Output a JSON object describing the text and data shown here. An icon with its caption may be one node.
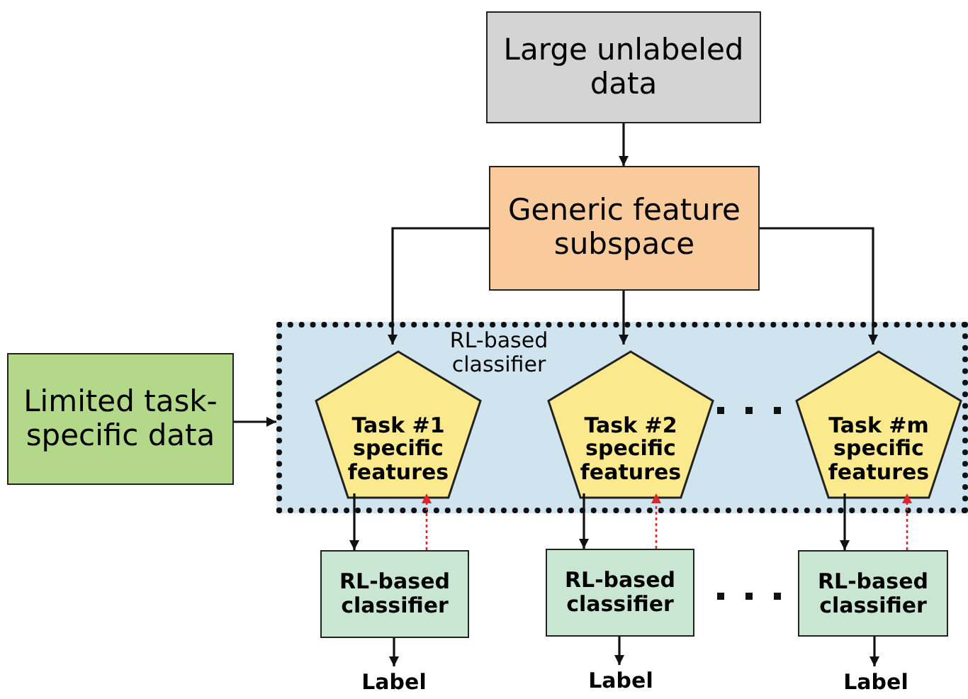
{
  "diagram": {
    "nodes": [
      {
        "text": [
          "Large unlabeled data"
        ]
      },
      {
        "text": [
          "Generic feature subspace"
        ]
      },
      {
        "text": [
          "RL-based classifier"
        ]
      },
      {
        "text": [
          "Limited task-specific data"
        ]
      },
      {
        "text": [
          "Task #1 specific features"
        ],
        "in": 2
      },
      {
        "text": [
          "Task #2 specific features"
        ],
        "in": 2
      },
      {
        "text": [
          "Task #m specific features"
        ],
        "in": 2
      },
      {
        "text": [
          "RL-based classifier"
        ]
      },
      {
        "text": [
          "RL-based classifier"
        ]
      },
      {
        "text": [
          "RL-based classifier"
        ]
      },
      {
        "text": [
          "Label"
        ]
      },
      {
        "text": [
          "Label"
        ]
      },
      {
        "text": [
          "Label"
        ]
      }
    ],
    "edges": [
      {
        "from": 0,
        "to": 1,
        "arrow": "to"
      },
      {
        "from": 1,
        "to": 4,
        "arrow": "to"
      },
      {
        "from": 1,
        "to": 5,
        "arrow": "to"
      },
      {
        "from": 1,
        "to": 6,
        "arrow": "to"
      },
      {
        "from": 3,
        "to": 2,
        "arrow": "to"
      },
      {
        "from": 4,
        "to": 7,
        "arrow": "to"
      },
      {
        "from": 7,
        "to": 4,
        "arrow": "to",
        "style": "dashed",
        "color": "#e0262b"
      },
      {
        "from": 5,
        "to": 8,
        "arrow": "to"
      },
      {
        "from": 8,
        "to": 5,
        "arrow": "to",
        "style": "dashed",
        "color": "#e0262b"
      },
      {
        "from": 6,
        "to": 9,
        "arrow": "to"
      },
      {
        "from": 9,
        "to": 6,
        "arrow": "to",
        "style": "dashed",
        "color": "#e0262b"
      },
      {
        "from": 7,
        "to": 10,
        "arrow": "to"
      },
      {
        "from": 8,
        "to": 11,
        "arrow": "to"
      },
      {
        "from": 9,
        "to": 12,
        "arrow": "to"
      }
    ]
  }
}
